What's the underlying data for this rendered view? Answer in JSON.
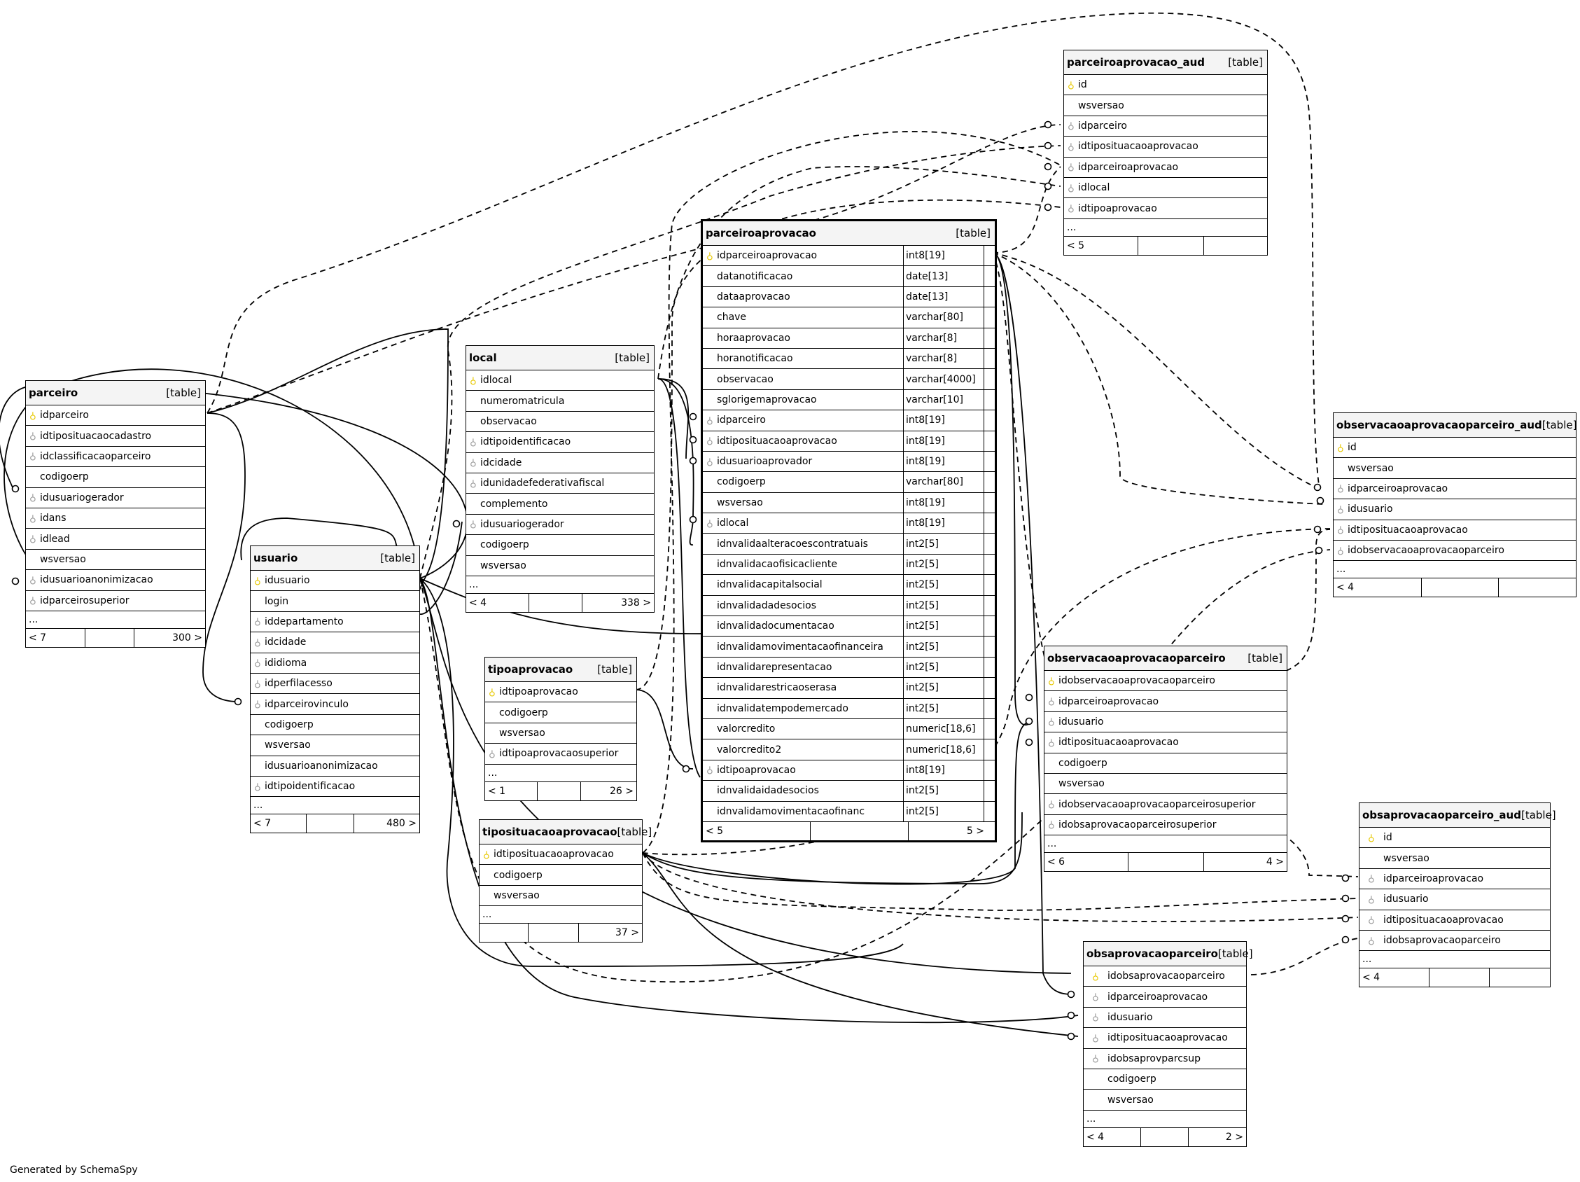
{
  "credit": "Generated by SchemaSpy",
  "type_label": "[table]",
  "ellipsis": "...",
  "tables": {
    "parceiro": {
      "name": "parceiro",
      "columns": [
        {
          "name": "idparceiro",
          "key": "pk"
        },
        {
          "name": "idtiposituacaocadastro",
          "key": "fk"
        },
        {
          "name": "idclassificacaoparceiro",
          "key": "fk"
        },
        {
          "name": "codigoerp",
          "key": ""
        },
        {
          "name": "idusuariogerador",
          "key": "fk"
        },
        {
          "name": "idans",
          "key": "fk"
        },
        {
          "name": "idlead",
          "key": "fk"
        },
        {
          "name": "wsversao",
          "key": ""
        },
        {
          "name": "idusuarioanonimizacao",
          "key": "fk"
        },
        {
          "name": "idparceirosuperior",
          "key": "fk"
        }
      ],
      "footer": [
        "< 7",
        "",
        "300 >"
      ]
    },
    "usuario": {
      "name": "usuario",
      "columns": [
        {
          "name": "idusuario",
          "key": "pk"
        },
        {
          "name": "login",
          "key": ""
        },
        {
          "name": "iddepartamento",
          "key": "fk"
        },
        {
          "name": "idcidade",
          "key": "fk"
        },
        {
          "name": "ididioma",
          "key": "fk"
        },
        {
          "name": "idperfilacesso",
          "key": "fk"
        },
        {
          "name": "idparceirovinculo",
          "key": "fk"
        },
        {
          "name": "codigoerp",
          "key": ""
        },
        {
          "name": "wsversao",
          "key": ""
        },
        {
          "name": "idusuarioanonimizacao",
          "key": ""
        },
        {
          "name": "idtipoidentificacao",
          "key": "fk"
        }
      ],
      "footer": [
        "< 7",
        "",
        "480 >"
      ]
    },
    "local": {
      "name": "local",
      "columns": [
        {
          "name": "idlocal",
          "key": "pk"
        },
        {
          "name": "numeromatricula",
          "key": ""
        },
        {
          "name": "observacao",
          "key": ""
        },
        {
          "name": "idtipoidentificacao",
          "key": "fk"
        },
        {
          "name": "idcidade",
          "key": "fk"
        },
        {
          "name": "idunidadefederativafiscal",
          "key": "fk"
        },
        {
          "name": "complemento",
          "key": ""
        },
        {
          "name": "idusuariogerador",
          "key": "fk"
        },
        {
          "name": "codigoerp",
          "key": ""
        },
        {
          "name": "wsversao",
          "key": ""
        }
      ],
      "footer": [
        "< 4",
        "",
        "338 >"
      ]
    },
    "tipoaprovacao": {
      "name": "tipoaprovacao",
      "columns": [
        {
          "name": "idtipoaprovacao",
          "key": "pk"
        },
        {
          "name": "codigoerp",
          "key": ""
        },
        {
          "name": "wsversao",
          "key": ""
        },
        {
          "name": "idtipoaprovacaosuperior",
          "key": "fk"
        }
      ],
      "footer": [
        "< 1",
        "",
        "26 >"
      ]
    },
    "tiposituacaoaprovacao": {
      "name": "tiposituacaoaprovacao",
      "columns": [
        {
          "name": "idtiposituacaoaprovacao",
          "key": "pk"
        },
        {
          "name": "codigoerp",
          "key": ""
        },
        {
          "name": "wsversao",
          "key": ""
        }
      ],
      "footer": [
        "",
        "",
        "37 >"
      ]
    },
    "parceiroaprovacao": {
      "name": "parceiroaprovacao",
      "columns": [
        {
          "name": "idparceiroaprovacao",
          "key": "pk",
          "type": "int8[19]"
        },
        {
          "name": "datanotificacao",
          "key": "",
          "type": "date[13]"
        },
        {
          "name": "dataaprovacao",
          "key": "",
          "type": "date[13]"
        },
        {
          "name": "chave",
          "key": "",
          "type": "varchar[80]"
        },
        {
          "name": "horaaprovacao",
          "key": "",
          "type": "varchar[8]"
        },
        {
          "name": "horanotificacao",
          "key": "",
          "type": "varchar[8]"
        },
        {
          "name": "observacao",
          "key": "",
          "type": "varchar[4000]"
        },
        {
          "name": "sglorigemaprovacao",
          "key": "",
          "type": "varchar[10]"
        },
        {
          "name": "idparceiro",
          "key": "fk",
          "type": "int8[19]"
        },
        {
          "name": "idtiposituacaoaprovacao",
          "key": "fk",
          "type": "int8[19]"
        },
        {
          "name": "idusuarioaprovador",
          "key": "fk",
          "type": "int8[19]"
        },
        {
          "name": "codigoerp",
          "key": "",
          "type": "varchar[80]"
        },
        {
          "name": "wsversao",
          "key": "",
          "type": "int8[19]"
        },
        {
          "name": "idlocal",
          "key": "fk",
          "type": "int8[19]"
        },
        {
          "name": "idnvalidaalteracoescontratuais",
          "key": "",
          "type": "int2[5]"
        },
        {
          "name": "idnvalidacaofisicacliente",
          "key": "",
          "type": "int2[5]"
        },
        {
          "name": "idnvalidacapitalsocial",
          "key": "",
          "type": "int2[5]"
        },
        {
          "name": "idnvalidadadesocios",
          "key": "",
          "type": "int2[5]"
        },
        {
          "name": "idnvalidadocumentacao",
          "key": "",
          "type": "int2[5]"
        },
        {
          "name": "idnvalidamovimentacaofinanceira",
          "key": "",
          "type": "int2[5]"
        },
        {
          "name": "idnvalidarepresentacao",
          "key": "",
          "type": "int2[5]"
        },
        {
          "name": "idnvalidarestricaoserasa",
          "key": "",
          "type": "int2[5]"
        },
        {
          "name": "idnvalidatempodemercado",
          "key": "",
          "type": "int2[5]"
        },
        {
          "name": "valorcredito",
          "key": "",
          "type": "numeric[18,6]"
        },
        {
          "name": "valorcredito2",
          "key": "",
          "type": "numeric[18,6]"
        },
        {
          "name": "idtipoaprovacao",
          "key": "fk",
          "type": "int8[19]"
        },
        {
          "name": "idnvalidaidadesocios",
          "key": "",
          "type": "int2[5]"
        },
        {
          "name": "idnvalidamovimentacaofinanc",
          "key": "",
          "type": "int2[5]"
        }
      ],
      "footer": [
        "< 5",
        "",
        "5 >"
      ]
    },
    "parceiroaprovacao_aud": {
      "name": "parceiroaprovacao_aud",
      "columns": [
        {
          "name": "id",
          "key": "pk"
        },
        {
          "name": "wsversao",
          "key": ""
        },
        {
          "name": "idparceiro",
          "key": "fk"
        },
        {
          "name": "idtiposituacaoaprovacao",
          "key": "fk"
        },
        {
          "name": "idparceiroaprovacao",
          "key": "fk"
        },
        {
          "name": "idlocal",
          "key": "fk"
        },
        {
          "name": "idtipoaprovacao",
          "key": "fk"
        }
      ],
      "footer": [
        "< 5",
        "",
        ""
      ]
    },
    "observacaoaprovacaoparceiro_aud": {
      "name": "observacaoaprovacaoparceiro_aud",
      "columns": [
        {
          "name": "id",
          "key": "pk"
        },
        {
          "name": "wsversao",
          "key": ""
        },
        {
          "name": "idparceiroaprovacao",
          "key": "fk"
        },
        {
          "name": "idusuario",
          "key": "fk"
        },
        {
          "name": "idtiposituacaoaprovacao",
          "key": "fk"
        },
        {
          "name": "idobservacaoaprovacaoparceiro",
          "key": "fk"
        }
      ],
      "footer": [
        "< 4",
        "",
        ""
      ]
    },
    "observacaoaprovacaoparceiro": {
      "name": "observacaoaprovacaoparceiro",
      "columns": [
        {
          "name": "idobservacaoaprovacaoparceiro",
          "key": "pk"
        },
        {
          "name": "idparceiroaprovacao",
          "key": "fk"
        },
        {
          "name": "idusuario",
          "key": "fk"
        },
        {
          "name": "idtiposituacaoaprovacao",
          "key": "fk"
        },
        {
          "name": "codigoerp",
          "key": ""
        },
        {
          "name": "wsversao",
          "key": ""
        },
        {
          "name": "idobservacaoaprovacaoparceirosuperior",
          "key": "fk"
        },
        {
          "name": "idobsaprovacaoparceirosuperior",
          "key": "fk"
        }
      ],
      "footer": [
        "< 6",
        "",
        "4 >"
      ]
    },
    "obsaprovacaoparceiro_aud": {
      "name": "obsaprovacaoparceiro_aud",
      "columns": [
        {
          "name": "id",
          "key": "pk"
        },
        {
          "name": "wsversao",
          "key": ""
        },
        {
          "name": "idparceiroaprovacao",
          "key": "fk"
        },
        {
          "name": "idusuario",
          "key": "fk"
        },
        {
          "name": "idtiposituacaoaprovacao",
          "key": "fk"
        },
        {
          "name": "idobsaprovacaoparceiro",
          "key": "fk"
        }
      ],
      "footer": [
        "< 4",
        "",
        ""
      ]
    },
    "obsaprovacaoparceiro": {
      "name": "obsaprovacaoparceiro",
      "columns": [
        {
          "name": "idobsaprovacaoparceiro",
          "key": "pk"
        },
        {
          "name": "idparceiroaprovacao",
          "key": "fk"
        },
        {
          "name": "idusuario",
          "key": "fk"
        },
        {
          "name": "idtiposituacaoaprovacao",
          "key": "fk"
        },
        {
          "name": "idobsaprovparcsup",
          "key": "fk"
        },
        {
          "name": "codigoerp",
          "key": ""
        },
        {
          "name": "wsversao",
          "key": ""
        }
      ],
      "footer": [
        "< 4",
        "",
        "2 >"
      ]
    }
  }
}
